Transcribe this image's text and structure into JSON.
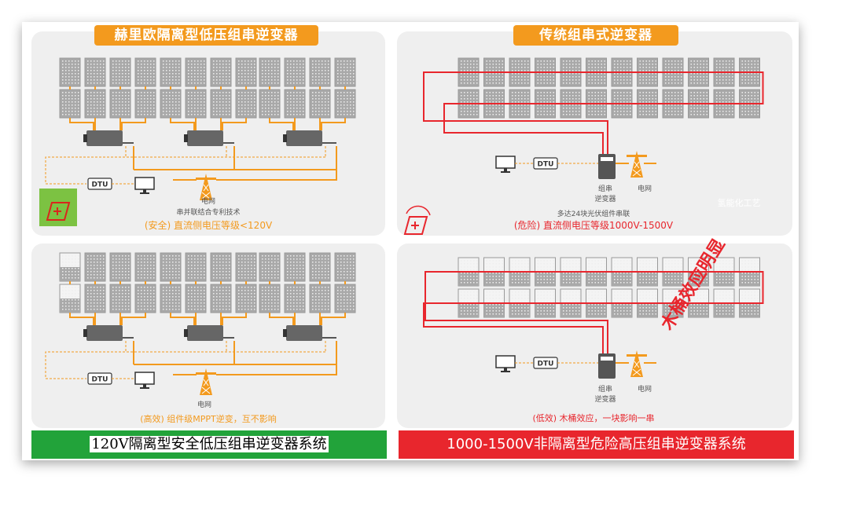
{
  "top_left": {
    "title": "赫里欧隔离型低压组串逆变器",
    "dtu": "DTU",
    "grid": "电网",
    "note": "串并联结合专利技术",
    "caption": "(安全) 直流侧电压等级<120V"
  },
  "top_right": {
    "title": "传统组串式逆变器",
    "dtu": "DTU",
    "inverter": "组串\n逆变器",
    "grid": "电网",
    "watermark": "氢能化工艺",
    "note": "多达24块光伏组件串联",
    "caption": "(危险) 直流侧电压等级1000V-1500V"
  },
  "bottom_left": {
    "dtu": "DTU",
    "grid": "电网",
    "caption": "(高效) 组件级MPPT逆变，互不影响"
  },
  "bottom_right": {
    "dtu": "DTU",
    "inverter": "组串\n逆变器",
    "grid": "电网",
    "stamp": "木桶效应明显",
    "caption": "(低效) 木桶效应，一块影响一串"
  },
  "footer": {
    "left": "120V隔离型安全低压组串逆变器系统",
    "right": "1000-1500V非隔离型危险高压组串逆变器系统"
  },
  "colors": {
    "orange": "#f39a1e",
    "red": "#e8262d",
    "green": "#22a33a",
    "panel": "#8c8c8c"
  }
}
